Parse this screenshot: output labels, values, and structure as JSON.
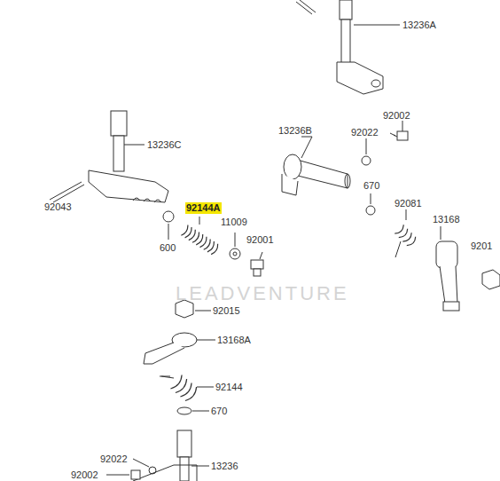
{
  "diagram": {
    "labels": [
      "13236A",
      "92002",
      "13236B",
      "92022",
      "13236C",
      "670",
      "92081",
      "13168",
      "9201",
      "92043",
      "92144A",
      "11009",
      "600",
      "92001",
      "LEADVENTURE",
      "92015",
      "13168A",
      "92144",
      "670",
      "92022",
      "13236",
      "92002"
    ]
  }
}
